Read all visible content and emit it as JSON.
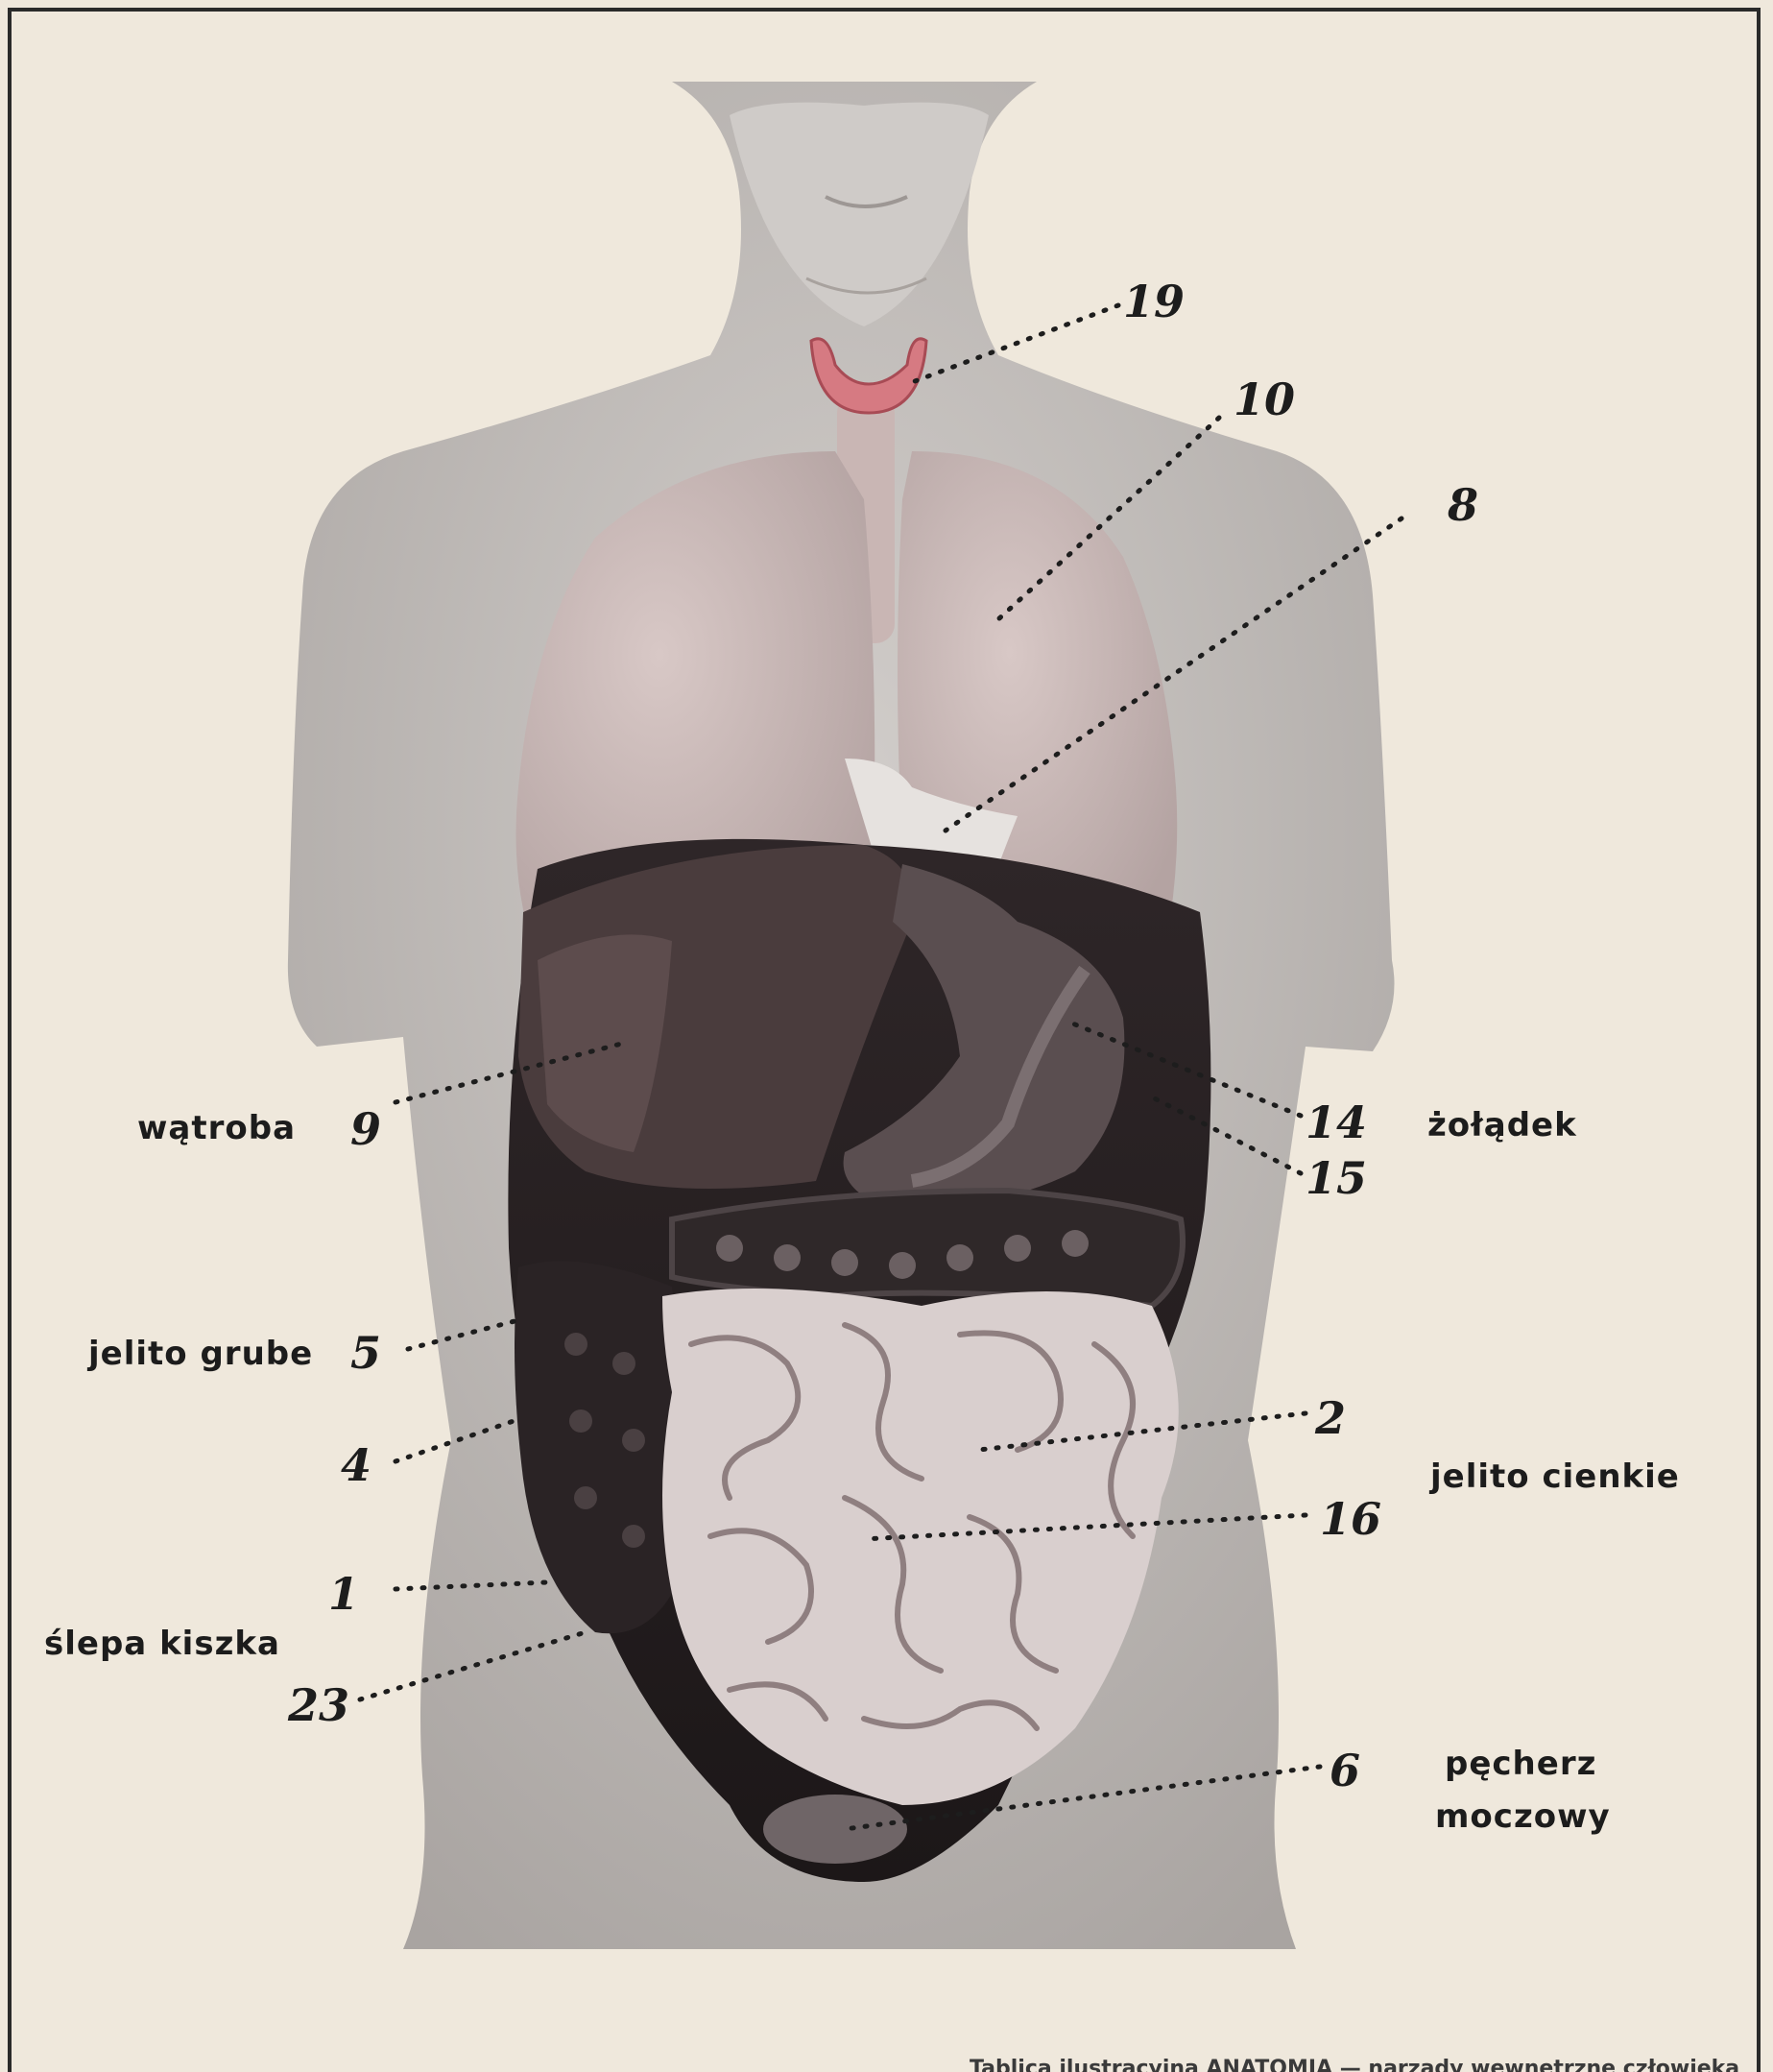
{
  "colors": {
    "paper": "#efe8dc",
    "skin": "#bdb8b4",
    "lung": "#c7b4b2",
    "liver": "#4a3c3d",
    "colon": "#2a2325",
    "small_intestine": "#d9cfce",
    "thyroid": "#d67a82",
    "ink": "#1d1d1d"
  },
  "organ_labels": {
    "liver": "wątroba",
    "stomach": "żołądek",
    "large_intestine": "jelito grube",
    "small_intestine": "jelito cienkie",
    "caecum": "ślepa kiszka",
    "bladder_line1": "pęcherz",
    "bladder_line2": "moczowy"
  },
  "callouts": {
    "n19": "19",
    "n10": "10",
    "n8": "8",
    "n9": "9",
    "n14": "14",
    "n15": "15",
    "n5": "5",
    "n2": "2",
    "n4": "4",
    "n16": "16",
    "n1": "1",
    "n23": "23",
    "n6": "6"
  },
  "caption": "Tablica ilustracyjna ANATOMIA — narządy wewnętrzne człowieka"
}
